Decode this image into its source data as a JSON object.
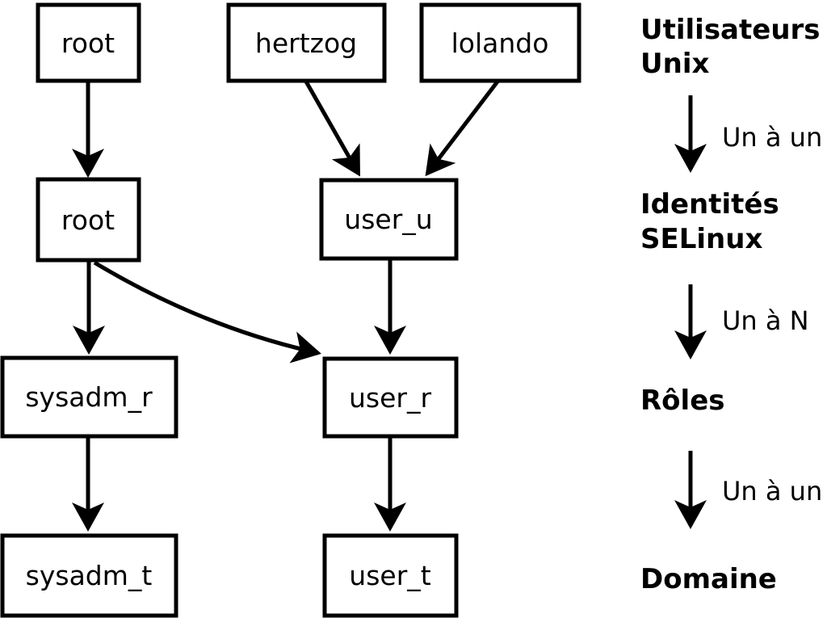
{
  "page": {
    "background_color": "#ffffff",
    "ink_color": "#000000"
  },
  "diagram": {
    "nodes": {
      "unix_root": "root",
      "unix_hertzog": "hertzog",
      "unix_lolando": "lolando",
      "sel_root": "root",
      "sel_user_u": "user_u",
      "role_sysadm_r": "sysadm_r",
      "role_user_r": "user_r",
      "dom_sysadm_t": "sysadm_t",
      "dom_user_t": "user_t"
    },
    "edges": [
      {
        "from": "unix_root",
        "to": "sel_root"
      },
      {
        "from": "unix_hertzog",
        "to": "sel_user_u"
      },
      {
        "from": "unix_lolando",
        "to": "sel_user_u"
      },
      {
        "from": "sel_root",
        "to": "role_sysadm_r"
      },
      {
        "from": "sel_root",
        "to": "role_user_r"
      },
      {
        "from": "sel_user_u",
        "to": "role_user_r"
      },
      {
        "from": "role_sysadm_r",
        "to": "dom_sysadm_t"
      },
      {
        "from": "role_user_r",
        "to": "dom_user_t"
      }
    ]
  },
  "legend": {
    "unix_line1": "Utilisateurs",
    "unix_line2": "Unix",
    "map1_label": "Un à un",
    "identities_line1": "Identités",
    "identities_line2": "SELinux",
    "map2_label": "Un à N",
    "roles_label": "Rôles",
    "map3_label": "Un à un",
    "domain_label": "Domaine"
  }
}
